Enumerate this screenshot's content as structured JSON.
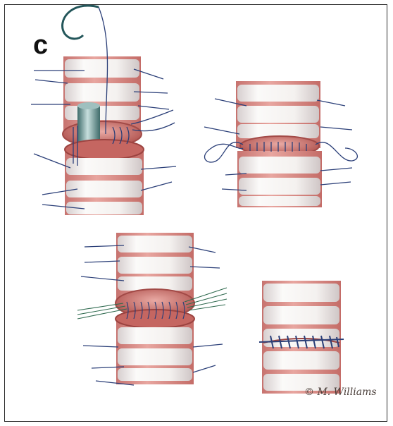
{
  "figure": {
    "panel_label": "c",
    "signature": "© M. Williams"
  },
  "colors": {
    "ring_light": "#f6f4f2",
    "ring_shadow": "#cfc8c8",
    "membrane": "#d98b86",
    "lumen": "#b55a56",
    "suture": "#2b3f78",
    "needle": "#23565a",
    "stent": "#5e8e8c"
  },
  "illustrations": [
    "stented-anastomosis",
    "stay-sutures-posterior-wall",
    "multiple-anterior-sutures",
    "completed-anastomosis"
  ]
}
